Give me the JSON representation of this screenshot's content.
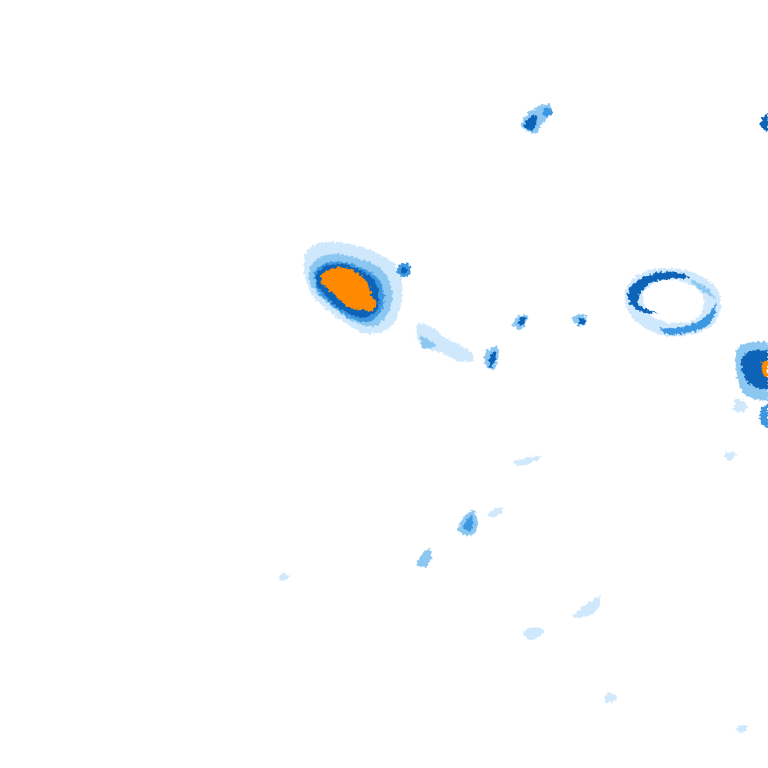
{
  "map": {
    "type": "precipitation-radar-tile",
    "background": "#ffffff",
    "intensity_palette": {
      "very_light": "#cfe8fb",
      "light": "#8cc7f2",
      "moderate": "#3d97e0",
      "heavy": "#0b63b8",
      "very_heavy": "#ff8a00"
    },
    "echoes": [
      {
        "name": "echo-north-small",
        "peak": "heavy"
      },
      {
        "name": "echo-northeast-edge",
        "peak": "heavy"
      },
      {
        "name": "echo-central-storm",
        "peak": "very_heavy"
      },
      {
        "name": "echo-central-scattered",
        "peak": "heavy"
      },
      {
        "name": "echo-east-ring",
        "peak": "heavy"
      },
      {
        "name": "echo-east-edge-cell",
        "peak": "very_heavy"
      },
      {
        "name": "echo-south-scattered",
        "peak": "moderate"
      }
    ]
  }
}
